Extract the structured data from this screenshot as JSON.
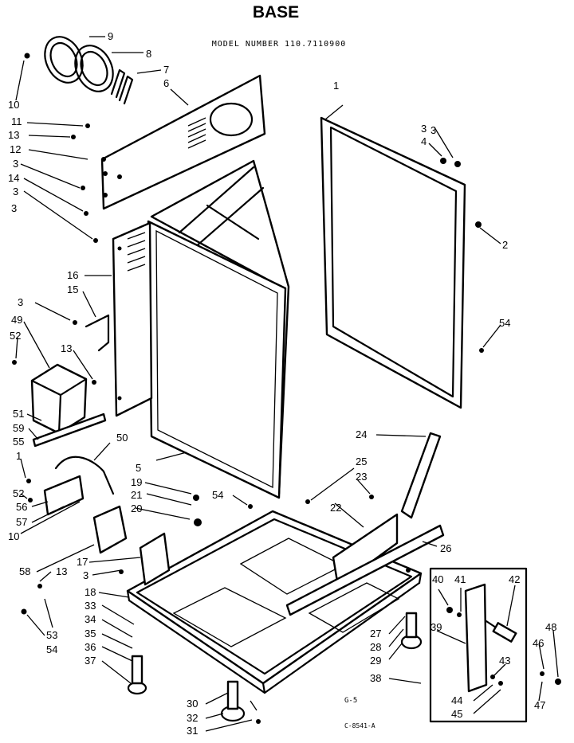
{
  "title": "BASE",
  "model_line": "MODEL NUMBER 110.7110900",
  "footer_left": "G-5",
  "footer_code": "C-8541-A",
  "part_labels": {
    "p1": "1",
    "p2": "2",
    "p3a": "3",
    "p3b": "3",
    "p3c": "3",
    "p3d": "3",
    "p3e": "3",
    "p3f": "3",
    "p3g": "3",
    "p4": "4",
    "p5": "5",
    "p6": "6",
    "p7": "7",
    "p8": "8",
    "p9": "9",
    "p10a": "10",
    "p10b": "10",
    "p11": "11",
    "p12": "12",
    "p13a": "13",
    "p13b": "13",
    "p13c": "13",
    "p14": "14",
    "p15": "15",
    "p16": "16",
    "p17": "17",
    "p18": "18",
    "p19": "19",
    "p20": "20",
    "p21": "21",
    "p22": "22",
    "p23": "23",
    "p24": "24",
    "p25": "25",
    "p26": "26",
    "p27": "27",
    "p28": "28",
    "p29": "29",
    "p30": "30",
    "p31": "31",
    "p32": "32",
    "p33": "33",
    "p34": "34",
    "p35": "35",
    "p36": "36",
    "p37": "37",
    "p38": "38",
    "p39": "39",
    "p40": "40",
    "p41": "41",
    "p42": "42",
    "p43": "43",
    "p44": "44",
    "p45": "45",
    "p46": "46",
    "p47": "47",
    "p48": "48",
    "p49": "49",
    "p50": "50",
    "p51": "51",
    "p52a": "52",
    "p52b": "52",
    "p53": "53",
    "p54a": "54",
    "p54b": "54",
    "p54c": "54",
    "p55": "55",
    "p56": "56",
    "p57": "57",
    "p58": "58",
    "p59": "59"
  }
}
